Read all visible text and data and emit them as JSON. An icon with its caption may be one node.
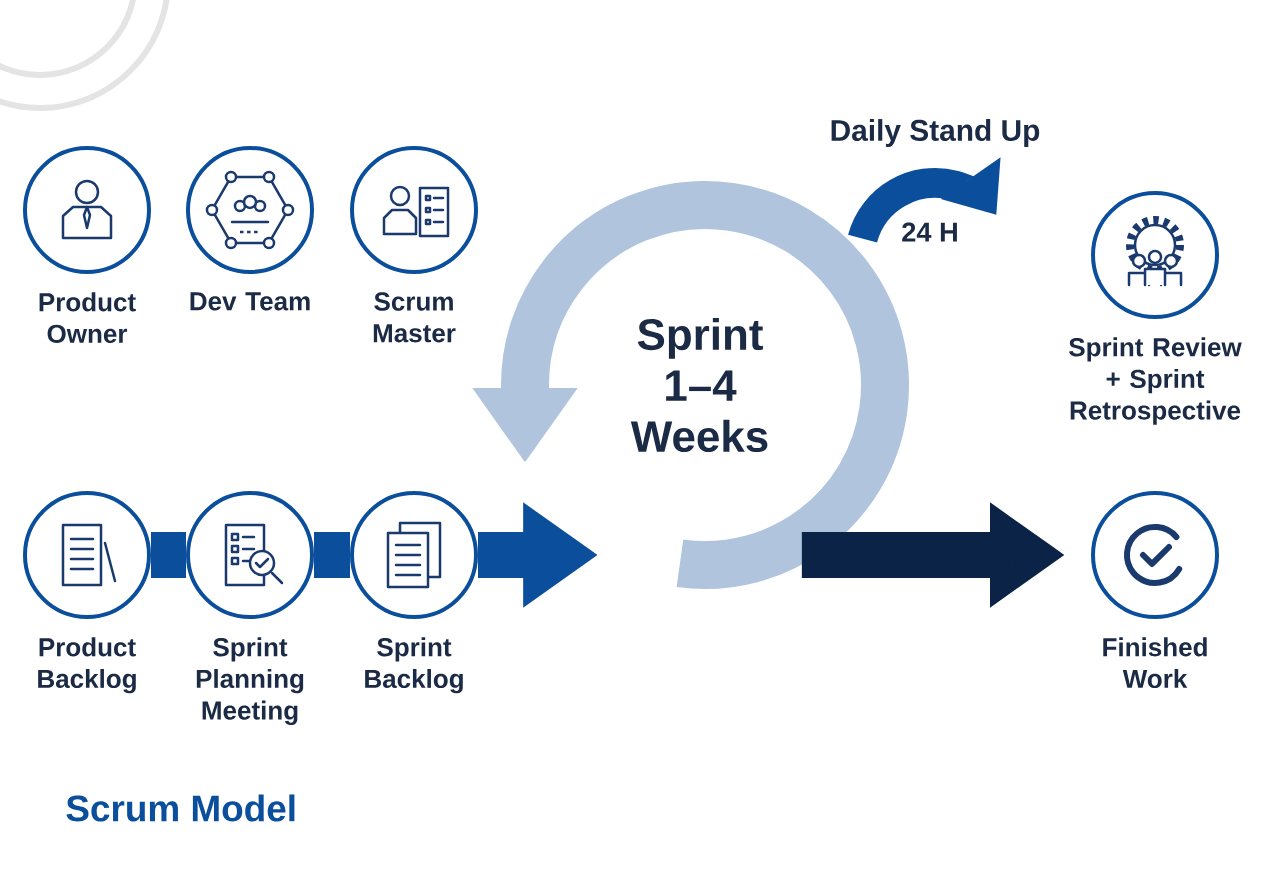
{
  "diagram": {
    "title": "Scrum Model",
    "nodes": [
      {
        "text": [
          "Product Owner"
        ]
      },
      {
        "text": [
          "Dev Team"
        ]
      },
      {
        "text": [
          "Scrum Master"
        ]
      },
      {
        "text": [
          "Product Backlog"
        ]
      },
      {
        "text": [
          "Sprint Planning Meeting"
        ]
      },
      {
        "text": [
          "Sprint Backlog"
        ]
      },
      {
        "text": [
          "Sprint 1–4 Weeks"
        ]
      },
      {
        "text": [
          "Sprint Review + Sprint Retrospective"
        ]
      },
      {
        "text": [
          "Finished Work"
        ]
      }
    ],
    "edges": [
      {
        "from": 3,
        "to": 4,
        "arrow": "none"
      },
      {
        "from": 4,
        "to": 5,
        "arrow": "none"
      },
      {
        "from": 5,
        "to": 6,
        "arrow": "to"
      },
      {
        "from": 6,
        "to": 8,
        "arrow": "to",
        "color": "#0b2346"
      }
    ],
    "labels": [
      "Daily Stand Up",
      "24 H"
    ]
  }
}
